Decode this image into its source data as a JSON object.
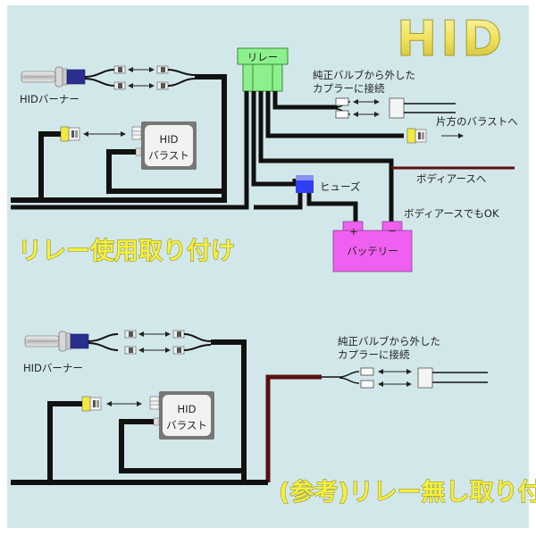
{
  "title": "HID",
  "colors": {
    "background": "#d2e7ea",
    "wire": "#111111",
    "ground_wire": "#5a0f0f",
    "relay": "#8cf08c",
    "battery": "#f060f0",
    "fuse": "#2f3ff0",
    "bulb_base": "#2a2f8f",
    "connector_yellow": "#f2ea3a",
    "title_yellow": "#f5f03a"
  },
  "top_diagram": {
    "caption": "リレー使用取り付け",
    "burner_label": "HIDバーナー",
    "ballast_label_line1": "HID",
    "ballast_label_line2": "バラスト",
    "relay_label": "リレー",
    "stock_coupler_line1": "純正バルブから外した",
    "stock_coupler_line2": "カプラーに接続",
    "other_ballast_label": "片方のバラストへ",
    "body_ground_label": "ボディアースへ",
    "body_ground_ok_label": "ボディアースでもOK",
    "fuse_label": "ヒューズ",
    "battery_label": "バッテリー",
    "battery_plus": "+",
    "battery_minus": "−"
  },
  "bottom_diagram": {
    "caption": "(参考)リレー無し取り付け",
    "burner_label": "HIDバーナー",
    "ballast_label_line1": "HID",
    "ballast_label_line2": "バラスト",
    "stock_coupler_line1": "純正バルブから外した",
    "stock_coupler_line2": "カプラーに接続"
  }
}
